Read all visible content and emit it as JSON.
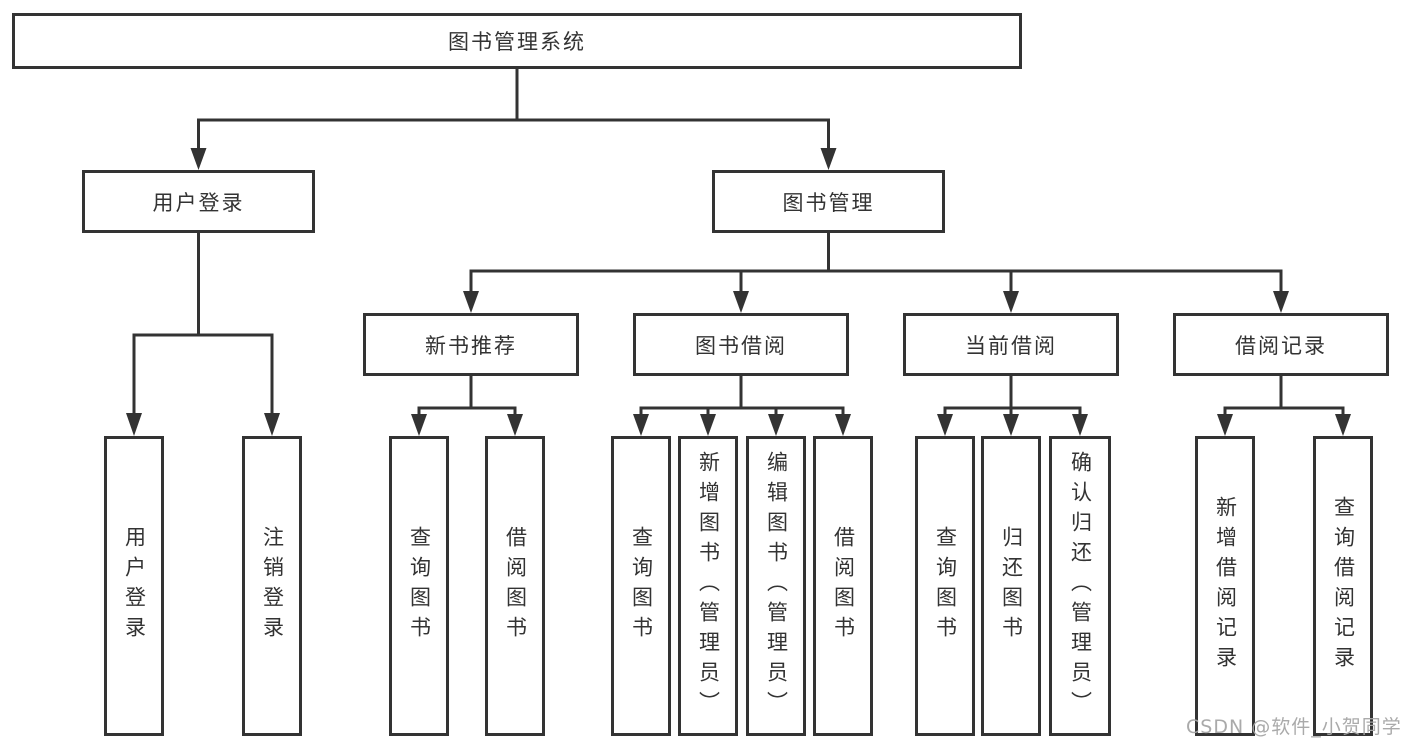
{
  "diagram": {
    "root": {
      "label": "图书管理系统"
    },
    "level2": [
      {
        "label": "用户登录"
      },
      {
        "label": "图书管理"
      }
    ],
    "level3": [
      {
        "label": "新书推荐"
      },
      {
        "label": "图书借阅"
      },
      {
        "label": "当前借阅"
      },
      {
        "label": "借阅记录"
      }
    ],
    "leaves": [
      {
        "label": "用户登录"
      },
      {
        "label": "注销登录"
      },
      {
        "label": "查询图书"
      },
      {
        "label": "借阅图书"
      },
      {
        "label": "查询图书"
      },
      {
        "label": "新增图书（管理员）"
      },
      {
        "label": "编辑图书（管理员）"
      },
      {
        "label": "借阅图书"
      },
      {
        "label": "查询图书"
      },
      {
        "label": "归还图书"
      },
      {
        "label": "确认归还（管理员）"
      },
      {
        "label": "新增借阅记录"
      },
      {
        "label": "查询借阅记录"
      }
    ],
    "colors": {
      "line": "#333333",
      "text": "#333333",
      "box_background": "#ffffff",
      "watermark": "#a5a5a5"
    },
    "watermark": "CSDN @软件_小贺同学"
  }
}
